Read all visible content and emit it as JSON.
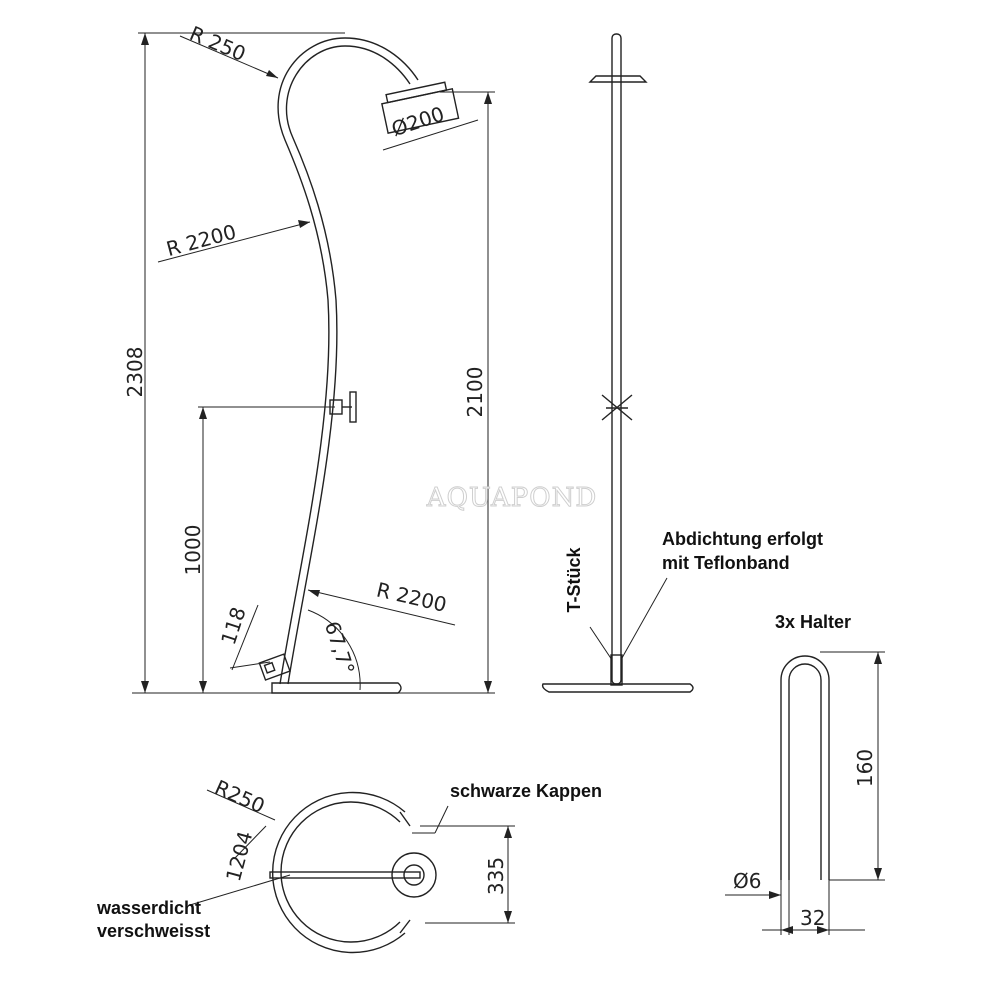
{
  "watermark": "AQUAPOND",
  "side_view": {
    "radius_top": "R 250",
    "head_diameter": "Ø200",
    "radius_mid": "R 2200",
    "radius_bottom": "R 2200",
    "total_height": "2308",
    "head_height": "2100",
    "valve_height": "1000",
    "base_offset": "118",
    "angle": "67,7°"
  },
  "front_view": {
    "t_piece_label": "T-Stück",
    "seal_label_line1": "Abdichtung erfolgt",
    "seal_label_line2": "mit Teflonband"
  },
  "holder": {
    "title": "3x Halter",
    "height": "160",
    "diameter": "Ø6",
    "width": "32"
  },
  "top_view": {
    "radius": "R250",
    "length": "1204",
    "offset": "335",
    "caps_label": "schwarze Kappen",
    "weld_label_line1": "wasserdicht",
    "weld_label_line2": "verschweisst"
  }
}
